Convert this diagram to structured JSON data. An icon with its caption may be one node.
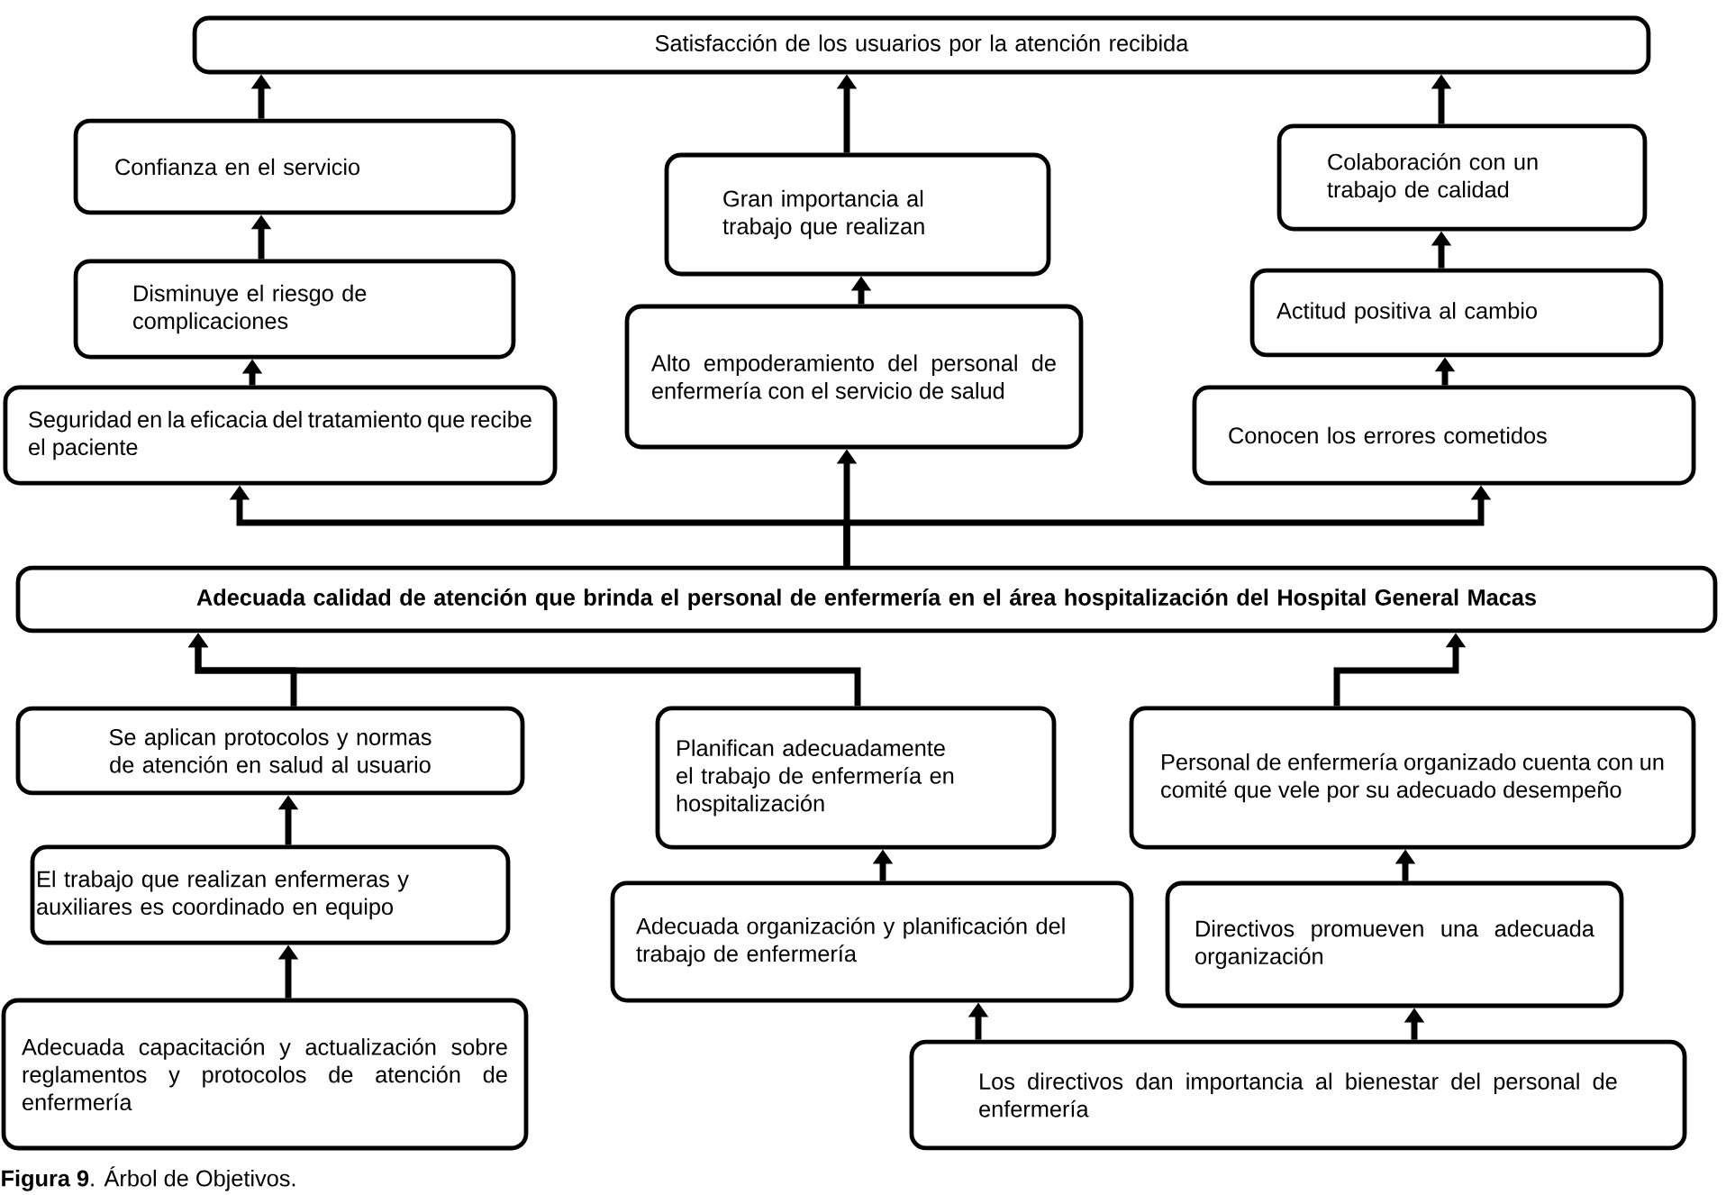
{
  "diagram": {
    "caption": "**Figura 9**. Árbol de Objetivos.",
    "nodes": [
      {
        "text": [
          "Satisfacción de los usuarios por la atención recibida"
        ]
      },
      {
        "text": [
          "Confianza en el servicio"
        ]
      },
      {
        "text": [
          "Gran importancia al trabajo que realizan"
        ]
      },
      {
        "text": [
          "Colaboración con un trabajo de calidad"
        ]
      },
      {
        "text": [
          "Disminuye el riesgo de complicaciones"
        ]
      },
      {
        "text": [
          "Alto empoderamiento del personal de enfermería con el servicio de salud"
        ]
      },
      {
        "text": [
          "Actitud positiva al cambio"
        ]
      },
      {
        "text": [
          "Seguridad en la eficacia del tratamiento que recibe el paciente"
        ]
      },
      {
        "text": [
          "Conocen los errores cometidos"
        ]
      },
      {
        "text": [
          "Adecuada calidad de atención que brinda el personal de enfermería en el área hospitalización del Hospital General Macas"
        ]
      },
      {
        "text": [
          "Se aplican protocolos y normas de atención en salud al usuario"
        ]
      },
      {
        "text": [
          "Planifican adecuadamente el trabajo de enfermería en hospitalización"
        ]
      },
      {
        "text": [
          "Personal de enfermería organizado cuenta con un comité que vele por su adecuado desempeño"
        ]
      },
      {
        "text": [
          "El trabajo que realizan enfermeras y auxiliares es coordinado en equipo"
        ]
      },
      {
        "text": [
          "Adecuada organización y planificación del trabajo de enfermería"
        ]
      },
      {
        "text": [
          "Directivos promueven una adecuada organización"
        ]
      },
      {
        "text": [
          "Adecuada capacitación y actualización sobre reglamentos y protocolos de atención de enfermería"
        ]
      },
      {
        "text": [
          "Los directivos dan importancia al bienestar del personal de enfermería"
        ]
      }
    ],
    "edges": [
      {
        "from": 1,
        "to": 0,
        "arrow": "to"
      },
      {
        "from": 2,
        "to": 0,
        "arrow": "to"
      },
      {
        "from": 3,
        "to": 0,
        "arrow": "to"
      },
      {
        "from": 4,
        "to": 1,
        "arrow": "to"
      },
      {
        "from": 5,
        "to": 2,
        "arrow": "to"
      },
      {
        "from": 6,
        "to": 3,
        "arrow": "to"
      },
      {
        "from": 7,
        "to": 4,
        "arrow": "to"
      },
      {
        "from": 8,
        "to": 6,
        "arrow": "to"
      },
      {
        "from": 9,
        "to": 7,
        "arrow": "to"
      },
      {
        "from": 9,
        "to": 5,
        "arrow": "to"
      },
      {
        "from": 9,
        "to": 8,
        "arrow": "to"
      },
      {
        "from": 10,
        "to": 9,
        "arrow": "to"
      },
      {
        "from": 11,
        "to": 9,
        "arrow": "to"
      },
      {
        "from": 12,
        "to": 9,
        "arrow": "to"
      },
      {
        "from": 13,
        "to": 10,
        "arrow": "to"
      },
      {
        "from": 16,
        "to": 13,
        "arrow": "to"
      },
      {
        "from": 14,
        "to": 11,
        "arrow": "to"
      },
      {
        "from": 15,
        "to": 12,
        "arrow": "to"
      },
      {
        "from": 17,
        "to": 14,
        "arrow": "to"
      },
      {
        "from": 17,
        "to": 15,
        "arrow": "to"
      }
    ]
  }
}
